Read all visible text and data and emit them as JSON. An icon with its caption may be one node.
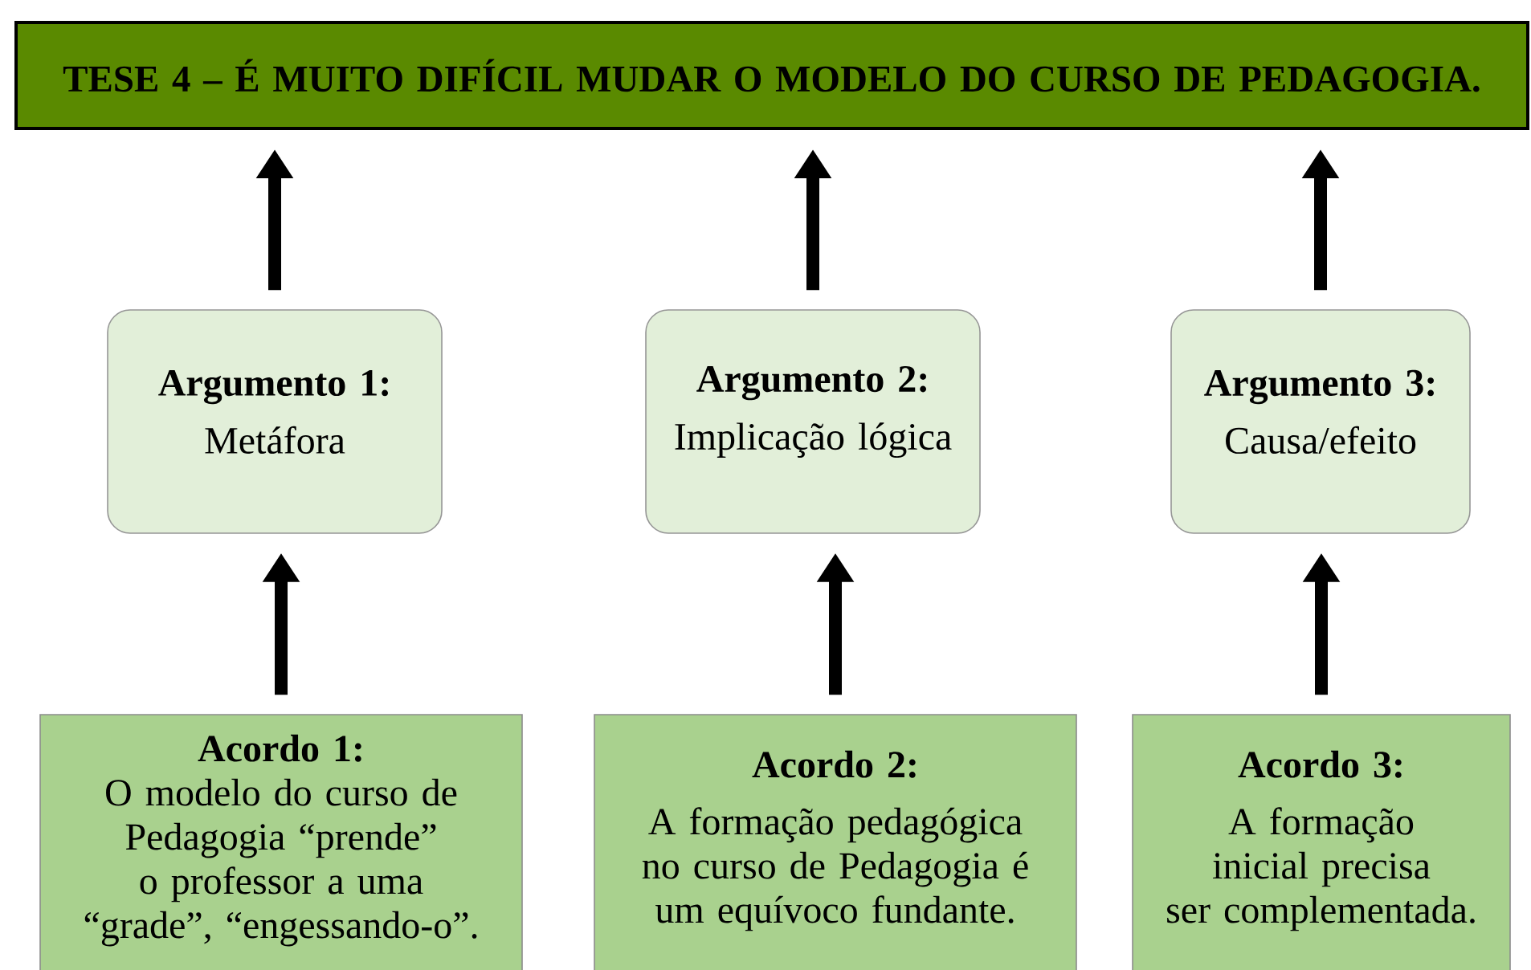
{
  "diagram": {
    "nodes": [
      {
        "text": [
          "TESE 4 – É MUITO DIFÍCIL MUDAR O MODELO DO CURSO DE PEDAGOGIA."
        ]
      },
      {
        "text": [
          "Argumento 1:",
          "Metáfora"
        ]
      },
      {
        "text": [
          "Argumento 2:",
          "Implicação lógica"
        ]
      },
      {
        "text": [
          "Argumento 3:",
          "Causa/efeito"
        ]
      },
      {
        "text": [
          "Acordo 1:",
          "O modelo do curso de Pedagogia “prende” o professor a uma “grade”, “engessando-o”."
        ]
      },
      {
        "text": [
          "Acordo 2:",
          "A formação pedagógica no curso de Pedagogia é um equívoco fundante."
        ]
      },
      {
        "text": [
          "Acordo 3:",
          "A formação inicial precisa ser complementada."
        ]
      }
    ],
    "edges": [
      {
        "from": 4,
        "to": 1,
        "arrow": "to"
      },
      {
        "from": 1,
        "to": 0,
        "arrow": "to"
      },
      {
        "from": 5,
        "to": 2,
        "arrow": "to"
      },
      {
        "from": 2,
        "to": 0,
        "arrow": "to"
      },
      {
        "from": 6,
        "to": 3,
        "arrow": "to"
      },
      {
        "from": 3,
        "to": 0,
        "arrow": "to"
      }
    ]
  }
}
